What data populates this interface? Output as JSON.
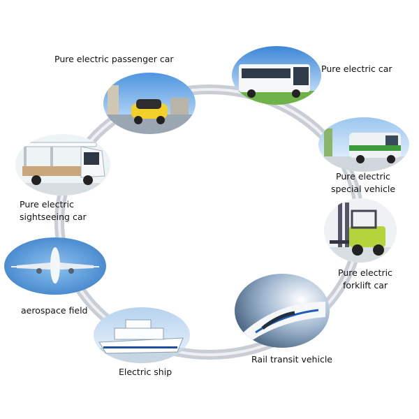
{
  "nodes": [
    {
      "key": "passenger",
      "label": "Pure electric passenger car",
      "icon": "yellow-car-icon"
    },
    {
      "key": "bus",
      "label": "Pure electric car",
      "icon": "bus-icon"
    },
    {
      "key": "special",
      "label_line1": "Pure electric",
      "label_line2": "special vehicle",
      "icon": "van-icon"
    },
    {
      "key": "forklift",
      "label_line1": "Pure electric",
      "label_line2": "forklift car",
      "icon": "forklift-icon"
    },
    {
      "key": "rail",
      "label": "Rail transit vehicle",
      "icon": "bullet-train-icon"
    },
    {
      "key": "ship",
      "label": "Electric ship",
      "icon": "ship-icon"
    },
    {
      "key": "aero",
      "label": "aerospace field",
      "icon": "airplane-icon"
    },
    {
      "key": "sightseeing",
      "label_line1": "Pure electric",
      "label_line2": "sightseeing car",
      "icon": "sightseeing-cart-icon"
    }
  ],
  "colors": {
    "ring": "#c9ced6",
    "sky": "#7fb6ea",
    "grass": "#5fae3a",
    "car_yellow": "#f2d22a",
    "forklift_green": "#b5d33b",
    "van_green": "#3d9b3e"
  }
}
